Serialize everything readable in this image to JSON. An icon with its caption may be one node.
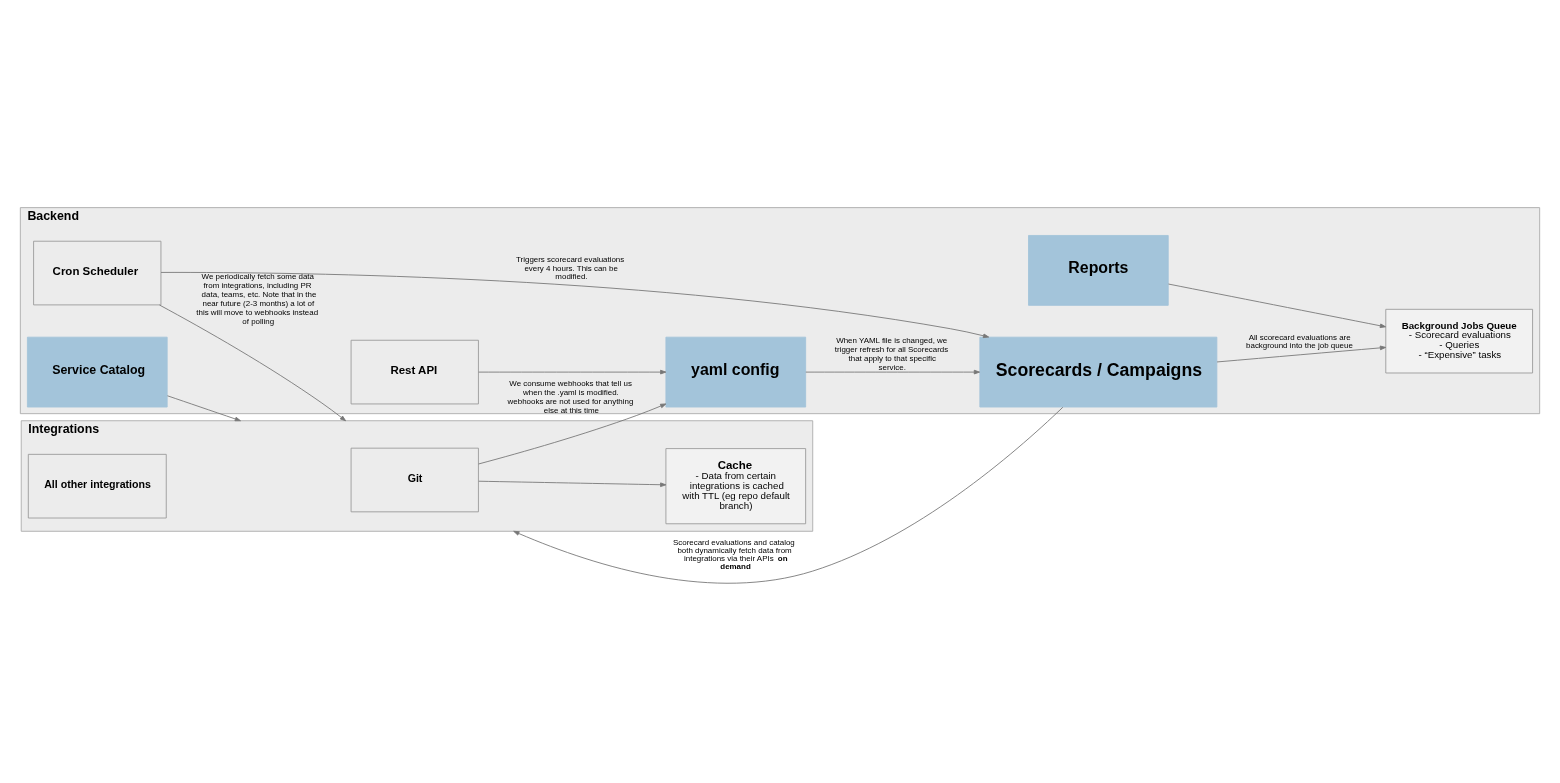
{
  "diagram": {
    "nodes": [
      {
        "text": [
          "Integrations"
        ]
      },
      {
        "text": [
          "Git"
        ],
        "in": 0
      },
      {
        "text": [
          "All other integrations"
        ],
        "in": 0
      },
      {
        "text": [
          "Cache",
          "- Data from certain integrations is cached with TTL (eg repo default branch)"
        ],
        "in": 0
      },
      {
        "text": [
          "Backend"
        ]
      },
      {
        "text": [
          "Scorecards / Campaigns"
        ],
        "in": 4
      },
      {
        "text": [
          "Background Jobs Queue",
          "- Scorecard evaluations",
          "- Queries",
          "- “Expensive” tasks"
        ],
        "in": 4
      },
      {
        "text": [
          "Service Catalog"
        ],
        "in": 4
      },
      {
        "text": [
          "Cron Scheduler"
        ],
        "in": 4
      },
      {
        "text": [
          "Reports"
        ],
        "in": 4
      },
      {
        "text": [
          "yaml config"
        ],
        "in": 4
      },
      {
        "text": [
          "Rest API"
        ],
        "in": 4
      }
    ],
    "edges": [
      {
        "from": 1,
        "to": 3,
        "arrow": "to"
      },
      {
        "from": 1,
        "to": 10,
        "arrow": "to",
        "label": "We consume webhooks that tell us when the .yaml is modified. webhooks are not used for anything else at this time"
      },
      {
        "from": 5,
        "to": 0,
        "arrow": "to",
        "label": "Scorecard evaluations and catalog both dynamically fetch data from integrations via their APIs **on demand**"
      },
      {
        "from": 7,
        "to": 0,
        "arrow": "to"
      },
      {
        "from": 5,
        "to": 6,
        "arrow": "to",
        "label": "All scorecard evaluations are background into the job queue"
      },
      {
        "from": 8,
        "to": 5,
        "arrow": "to",
        "label": "Triggers scorecard evaluations every 4 hours. This can be modified."
      },
      {
        "from": 10,
        "to": 5,
        "arrow": "to",
        "label": "When YAML file is changed, we trigger refresh for all Scorecards that apply to that specific service."
      },
      {
        "from": 9,
        "to": 6,
        "arrow": "to"
      },
      {
        "from": 11,
        "to": 10,
        "arrow": "to"
      },
      {
        "from": 8,
        "to": 0,
        "arrow": "to",
        "label": "We periodically fetch some data from integrations, including PR data, teams, etc. Note that in the near future (2-3 months) a lot of this will move to webhooks instead of polling"
      }
    ]
  }
}
